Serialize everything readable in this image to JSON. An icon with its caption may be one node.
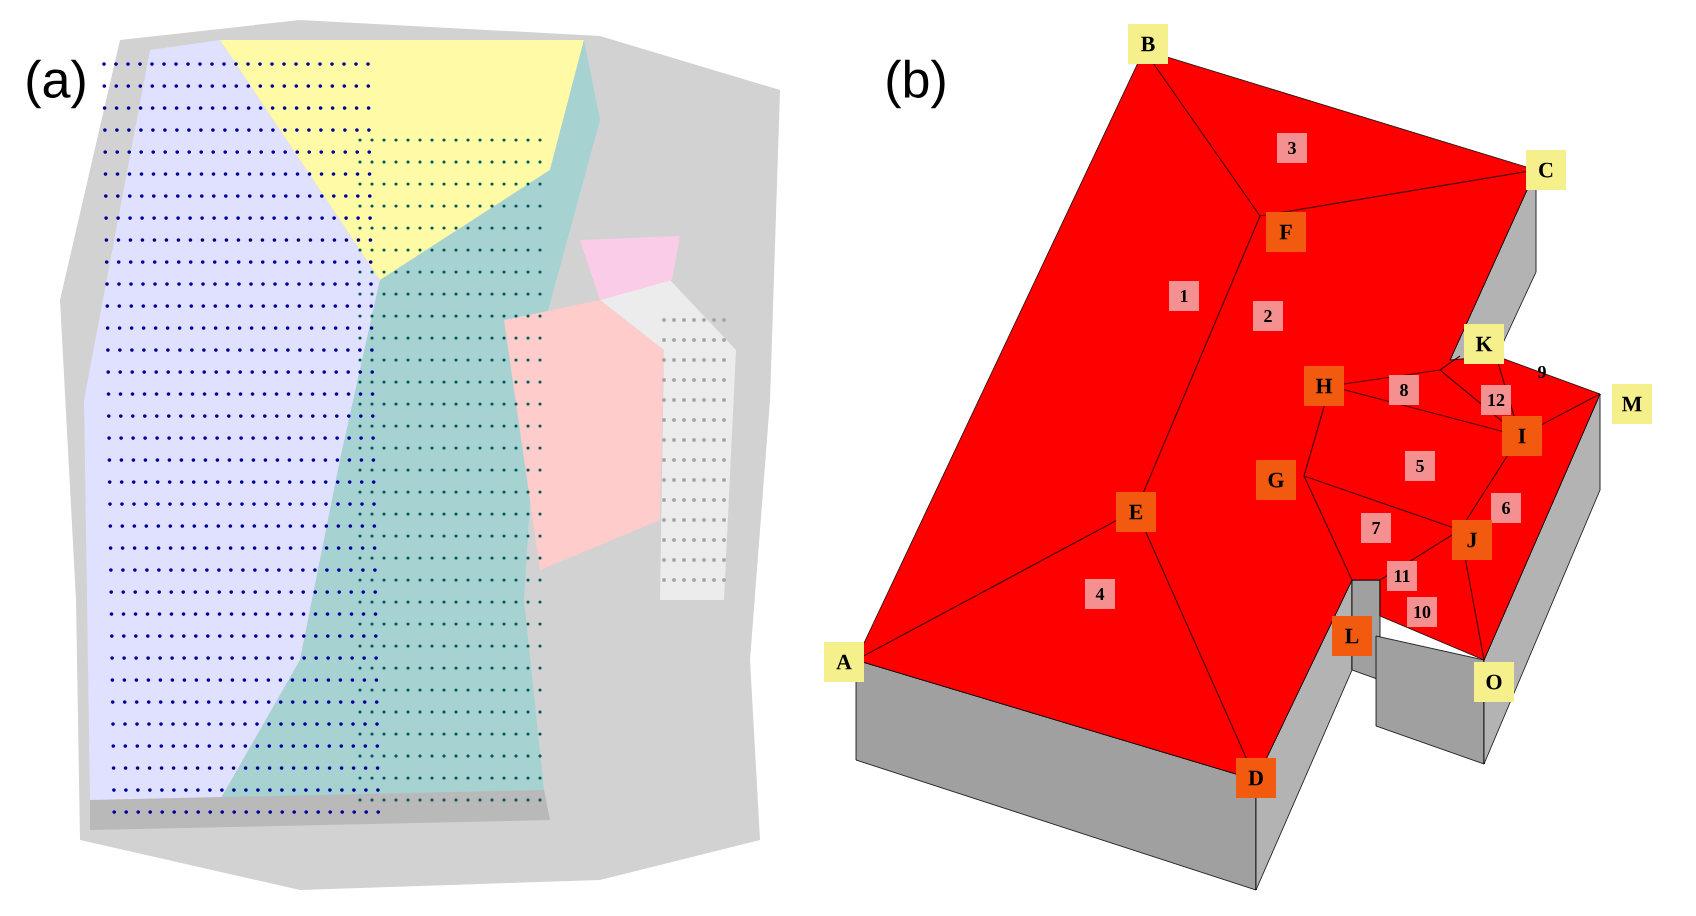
{
  "diagram": {
    "labels": [
      "(a)",
      "(b)",
      "B",
      "3",
      "C",
      "F",
      "1",
      "2",
      "K",
      "9",
      "H",
      "8",
      "12",
      "M",
      "I",
      "G",
      "5",
      "E",
      "6",
      "7",
      "J",
      "11",
      "4",
      "10",
      "L",
      "A",
      "O",
      "D"
    ]
  }
}
